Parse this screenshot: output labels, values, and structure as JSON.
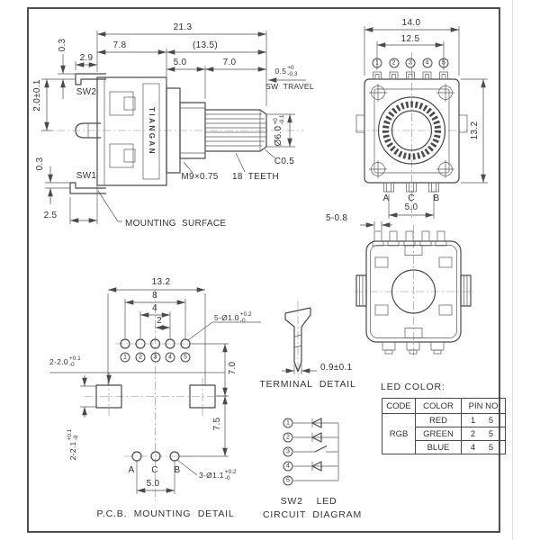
{
  "side_view": {
    "dims": {
      "total": "21.3",
      "front": "7.8",
      "rear": "(13.5)",
      "sw_offset": "2.9",
      "bushing": "5.0",
      "shaft": "7.0",
      "sw2_gap": "0.3",
      "body_height": "2.0±0.1",
      "sw1_gap": "0.3",
      "pcb_offset": "2.5",
      "sw_travel": {
        "base": "0.5",
        "plus": "+0",
        "minus": "-0.3"
      },
      "shaft_dia": {
        "base": "Ø6.0",
        "plus": "+0",
        "minus": "-0.1"
      }
    },
    "labels": {
      "sw2": "SW2",
      "sw1": "SW1",
      "mounting_surface": "MOUNTING  SURFACE",
      "thread": "M9×0.75",
      "teeth": "18  TEETH",
      "chamfer": "C0.5",
      "sw_travel": "SW  TRAVEL",
      "logo": "TIANGAN"
    }
  },
  "front_view": {
    "dims": {
      "width": "14.0",
      "pin_span": "12.5",
      "height": "13.2",
      "ab_span": "5.0"
    },
    "pins": [
      "1",
      "2",
      "3",
      "4",
      "5"
    ],
    "terminals": [
      "A",
      "C",
      "B"
    ]
  },
  "back_view": {
    "dims": {
      "pin_width": "5-0.8"
    }
  },
  "pcb_detail": {
    "dims": {
      "width": "13.2",
      "d8": "8",
      "d4": "4",
      "d2": "2",
      "v70": "7.0",
      "v75": "7.5",
      "ab_span": "5.0",
      "holes5": {
        "base": "5-Ø1.0",
        "plus": "+0.2",
        "minus": "-0"
      },
      "slots_w": {
        "base": "2-2.0",
        "plus": "+0.1",
        "minus": "-0"
      },
      "slots_h": {
        "base": "2-2.1",
        "plus": "+0.1",
        "minus": "-0"
      },
      "holes3": {
        "base": "3-Ø1.1",
        "plus": "+0.2",
        "minus": "-0"
      }
    },
    "pins": [
      "1",
      "2",
      "3",
      "4",
      "5"
    ],
    "terminals": [
      "A",
      "C",
      "B"
    ],
    "title": "P.C.B.  MOUNTING  DETAIL"
  },
  "terminal_detail": {
    "dim": "0.9±0.1",
    "title": "TERMINAL  DETAIL"
  },
  "circuit_diagram": {
    "pins": [
      "1",
      "2",
      "3",
      "4",
      "5"
    ],
    "title_line1": "SW2    LED",
    "title_line2": "CIRCUIT  DIAGRAM"
  },
  "led_table": {
    "caption": "LED COLOR:",
    "headers": [
      "CODE",
      "COLOR",
      "PIN  NO"
    ],
    "code": "RGB",
    "rows": [
      {
        "color": "RED",
        "pins": "1 5"
      },
      {
        "color": "GREEN",
        "pins": "2 5"
      },
      {
        "color": "BLUE",
        "pins": "4 5"
      }
    ]
  },
  "colors": {
    "line": "#4a4a4a",
    "text": "#333333",
    "background": "#ffffff"
  }
}
